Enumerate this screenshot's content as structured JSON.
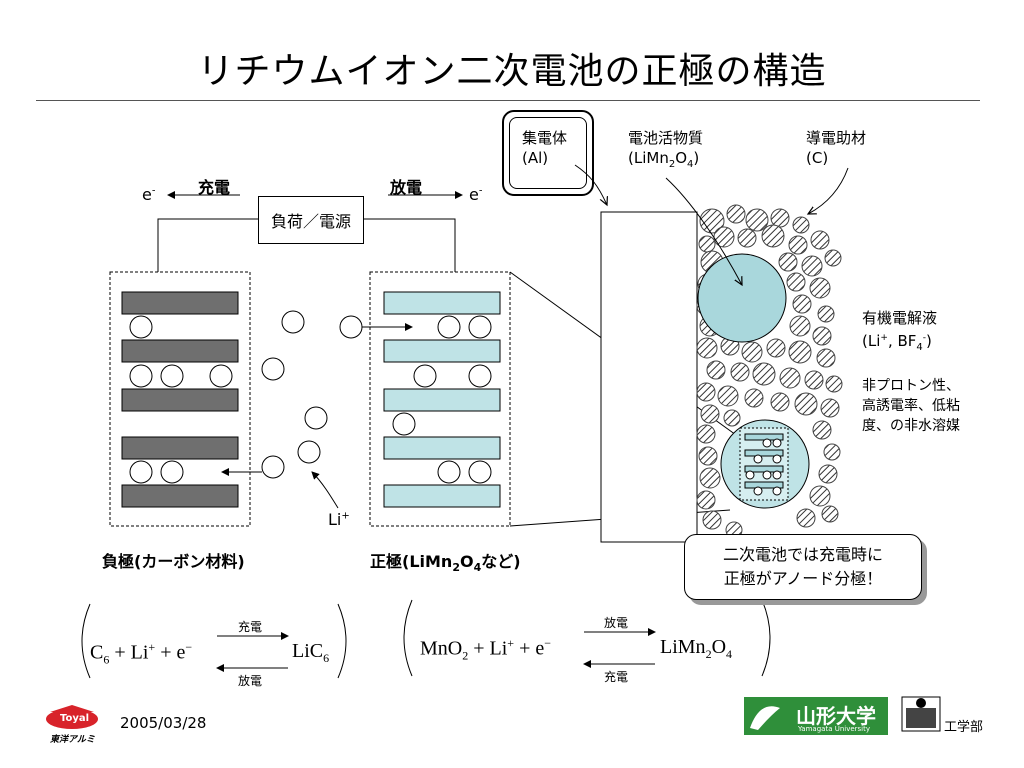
{
  "title": "リチウムイオン二次電池の正極の構造",
  "circuit": {
    "load_label": "負荷／電源",
    "charge_label": "充電",
    "discharge_label": "放電",
    "electron": "e",
    "electron_sup": "-"
  },
  "electrodes": {
    "negative_label": "負極(カーボン材料)",
    "positive_label_pre": "正極(LiMn",
    "positive_label_sub1": "2",
    "positive_label_mid": "O",
    "positive_label_sub2": "4",
    "positive_label_post": "など)",
    "li_ion_label": "Li",
    "li_ion_sup": "+"
  },
  "cathode_detail": {
    "collector_line1": "集電体",
    "collector_line2": "(Al)",
    "active_line1": "電池活物質",
    "active_line2_pre": "(LiMn",
    "active_line2_sub1": "2",
    "active_line2_mid": "O",
    "active_line2_sub2": "4",
    "active_line2_post": ")",
    "conductive_line1": "導電助材",
    "conductive_line2": "(C)",
    "electrolyte_line1": "有機電解液",
    "electrolyte_line2_pre": "(Li",
    "electrolyte_line2_sup1": "+",
    "electrolyte_line2_mid": ", BF",
    "electrolyte_line2_sub": "4",
    "electrolyte_line2_sup2": "-",
    "electrolyte_line2_post": ")",
    "electrolyte_desc1": "非プロトン性、",
    "electrolyte_desc2": "高誘電率、低粘",
    "electrolyte_desc3": "度、の非水溶媒"
  },
  "callout": {
    "line1": "二次電池では充電時に",
    "line2": "正極がアノード分極！"
  },
  "equations": {
    "left": {
      "c": "C",
      "c_sub": "6",
      "plus1": "+ Li",
      "li_sup": "+",
      "plus2": "+ e",
      "e_sup": "−",
      "product": "LiC",
      "product_sub": "6",
      "top_arrow": "充電",
      "bottom_arrow": "放電"
    },
    "right": {
      "mno": "MnO",
      "mno_sub": "2",
      "plus1": "+ Li",
      "li_sup": "+",
      "plus2": "+ e",
      "e_sup": "−",
      "product_a": "LiMn",
      "product_sub1": "2",
      "product_b": "O",
      "product_sub2": "4",
      "top_arrow": "放電",
      "bottom_arrow": "充電"
    }
  },
  "footer": {
    "date": "2005/03/28",
    "company_logo": "Toyal",
    "company_name": "東洋アルミ",
    "university": "山形大学",
    "university_en": "Yamagata University",
    "faculty": "工学部"
  },
  "colors": {
    "anode_plate": "#6f6f6f",
    "cathode_plate": "#bfe3e6",
    "active_particle": "#a9d7dc",
    "university_green": "#2f8f3a",
    "toyal_red": "#d8232a"
  }
}
